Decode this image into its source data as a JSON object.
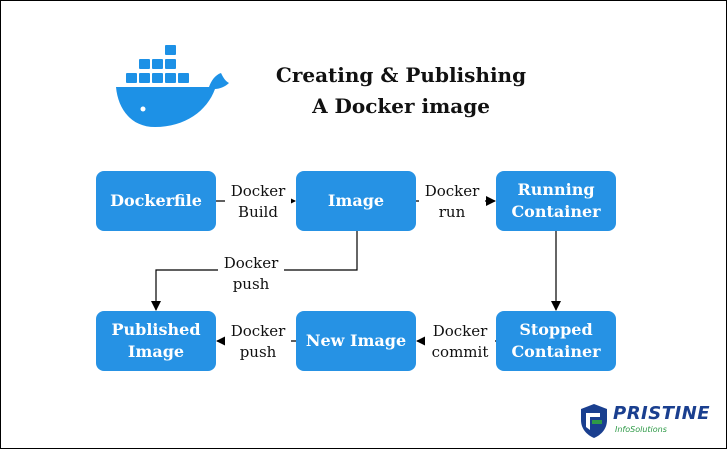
{
  "title": {
    "line1": "Creating & Publishing",
    "line2": "A Docker image"
  },
  "colors": {
    "node_fill": "#2692E4",
    "docker_blue": "#1D91E6",
    "brand_blue": "#1A3F8F",
    "brand_green": "#2E9A47"
  },
  "nodes": {
    "dockerfile": "Dockerfile",
    "image": "Image",
    "running_line1": "Running",
    "running_line2": "Container",
    "published_line1": "Published",
    "published_line2": "Image",
    "new_image": "New Image",
    "stopped_line1": "Stopped",
    "stopped_line2": "Container"
  },
  "edges": {
    "build_line1": "Docker",
    "build_line2": "Build",
    "run_line1": "Docker",
    "run_line2": "run",
    "push1_line1": "Docker",
    "push1_line2": "push",
    "commit_line1": "Docker",
    "commit_line2": "commit",
    "push2_line1": "Docker",
    "push2_line2": "push"
  },
  "logo": {
    "icon": "docker-whale-icon",
    "brand_icon": "pristine-shield-icon",
    "brand_name": "PRISTINE",
    "brand_sub": "InfoSolutions"
  }
}
